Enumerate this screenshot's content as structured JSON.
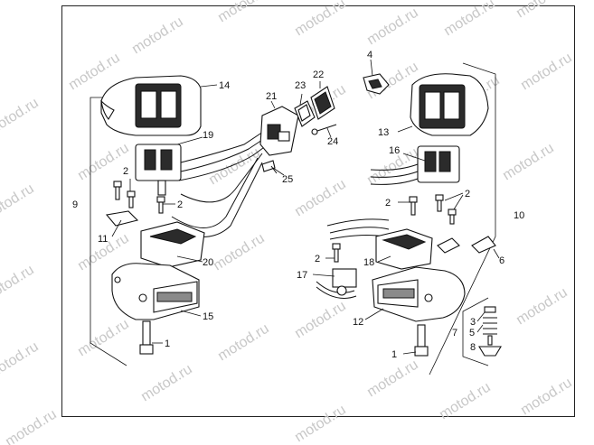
{
  "watermark": "motod.ru",
  "callouts": [
    {
      "id": "c1a",
      "label": "1"
    },
    {
      "id": "c1b",
      "label": "1"
    },
    {
      "id": "c2a",
      "label": "2"
    },
    {
      "id": "c2b",
      "label": "2"
    },
    {
      "id": "c2c",
      "label": "2"
    },
    {
      "id": "c2d",
      "label": "2"
    },
    {
      "id": "c2e",
      "label": "2"
    },
    {
      "id": "c3",
      "label": "3"
    },
    {
      "id": "c4",
      "label": "4"
    },
    {
      "id": "c5",
      "label": "5"
    },
    {
      "id": "c6",
      "label": "6"
    },
    {
      "id": "c7",
      "label": "7"
    },
    {
      "id": "c8",
      "label": "8"
    },
    {
      "id": "c9",
      "label": "9"
    },
    {
      "id": "c10",
      "label": "10"
    },
    {
      "id": "c11",
      "label": "11"
    },
    {
      "id": "c12",
      "label": "12"
    },
    {
      "id": "c13",
      "label": "13"
    },
    {
      "id": "c14",
      "label": "14"
    },
    {
      "id": "c15",
      "label": "15"
    },
    {
      "id": "c16",
      "label": "16"
    },
    {
      "id": "c17",
      "label": "17"
    },
    {
      "id": "c18",
      "label": "18"
    },
    {
      "id": "c19",
      "label": "19"
    },
    {
      "id": "c20",
      "label": "20"
    },
    {
      "id": "c21",
      "label": "21"
    },
    {
      "id": "c22",
      "label": "22"
    },
    {
      "id": "c23",
      "label": "23"
    },
    {
      "id": "c24",
      "label": "24"
    },
    {
      "id": "c25",
      "label": "25"
    }
  ]
}
